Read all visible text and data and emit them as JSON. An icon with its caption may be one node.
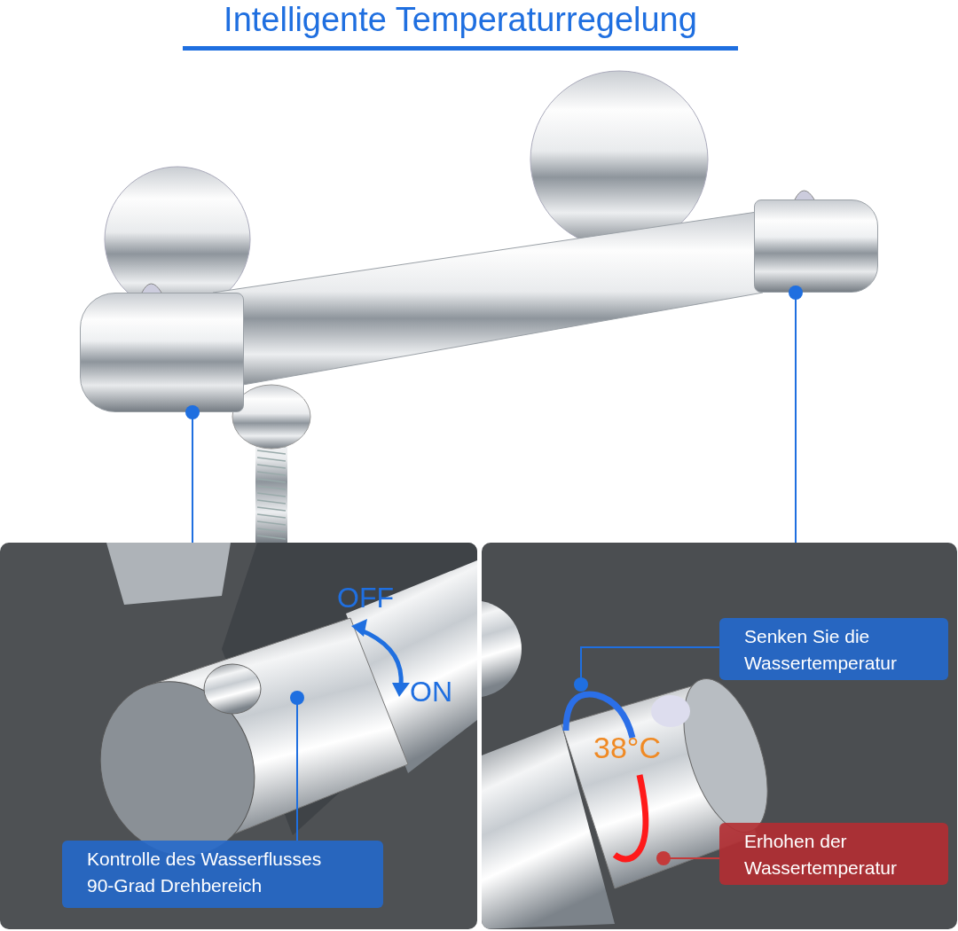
{
  "diagram": {
    "title": "Intelligente Temperaturregelung",
    "nodes": [
      {
        "text": [],
        "shape": "picture"
      },
      {
        "text": [],
        "shape": "picture"
      },
      {
        "text": [],
        "shape": "picture"
      },
      {
        "text": [],
        "shape": "picture"
      },
      {
        "text": [
          "Kontrolle des Wasserflusses",
          "90-Grad Drehbereich"
        ],
        "in": 2
      },
      {
        "text": [
          "Senken Sie die Wassertemperatur"
        ],
        "in": 3
      },
      {
        "text": [
          "Erhohen der Wassertemperatur"
        ],
        "in": 3
      },
      {
        "text": [],
        "shape": "arc",
        "in": 3
      },
      {
        "text": [],
        "shape": "arc",
        "in": 3
      }
    ],
    "edges": [
      {
        "from": 0,
        "to": 2,
        "arrow": "other"
      },
      {
        "from": 1,
        "to": 3,
        "arrow": "other"
      },
      {
        "from": null,
        "to": 4,
        "arrow": "other"
      },
      {
        "from": 7,
        "to": 5,
        "arrow": "other"
      },
      {
        "from": 8,
        "to": 6,
        "arrow": "other",
        "color": "#c43a3a"
      }
    ],
    "labels": [
      "OFF",
      "ON",
      "38°C"
    ]
  }
}
